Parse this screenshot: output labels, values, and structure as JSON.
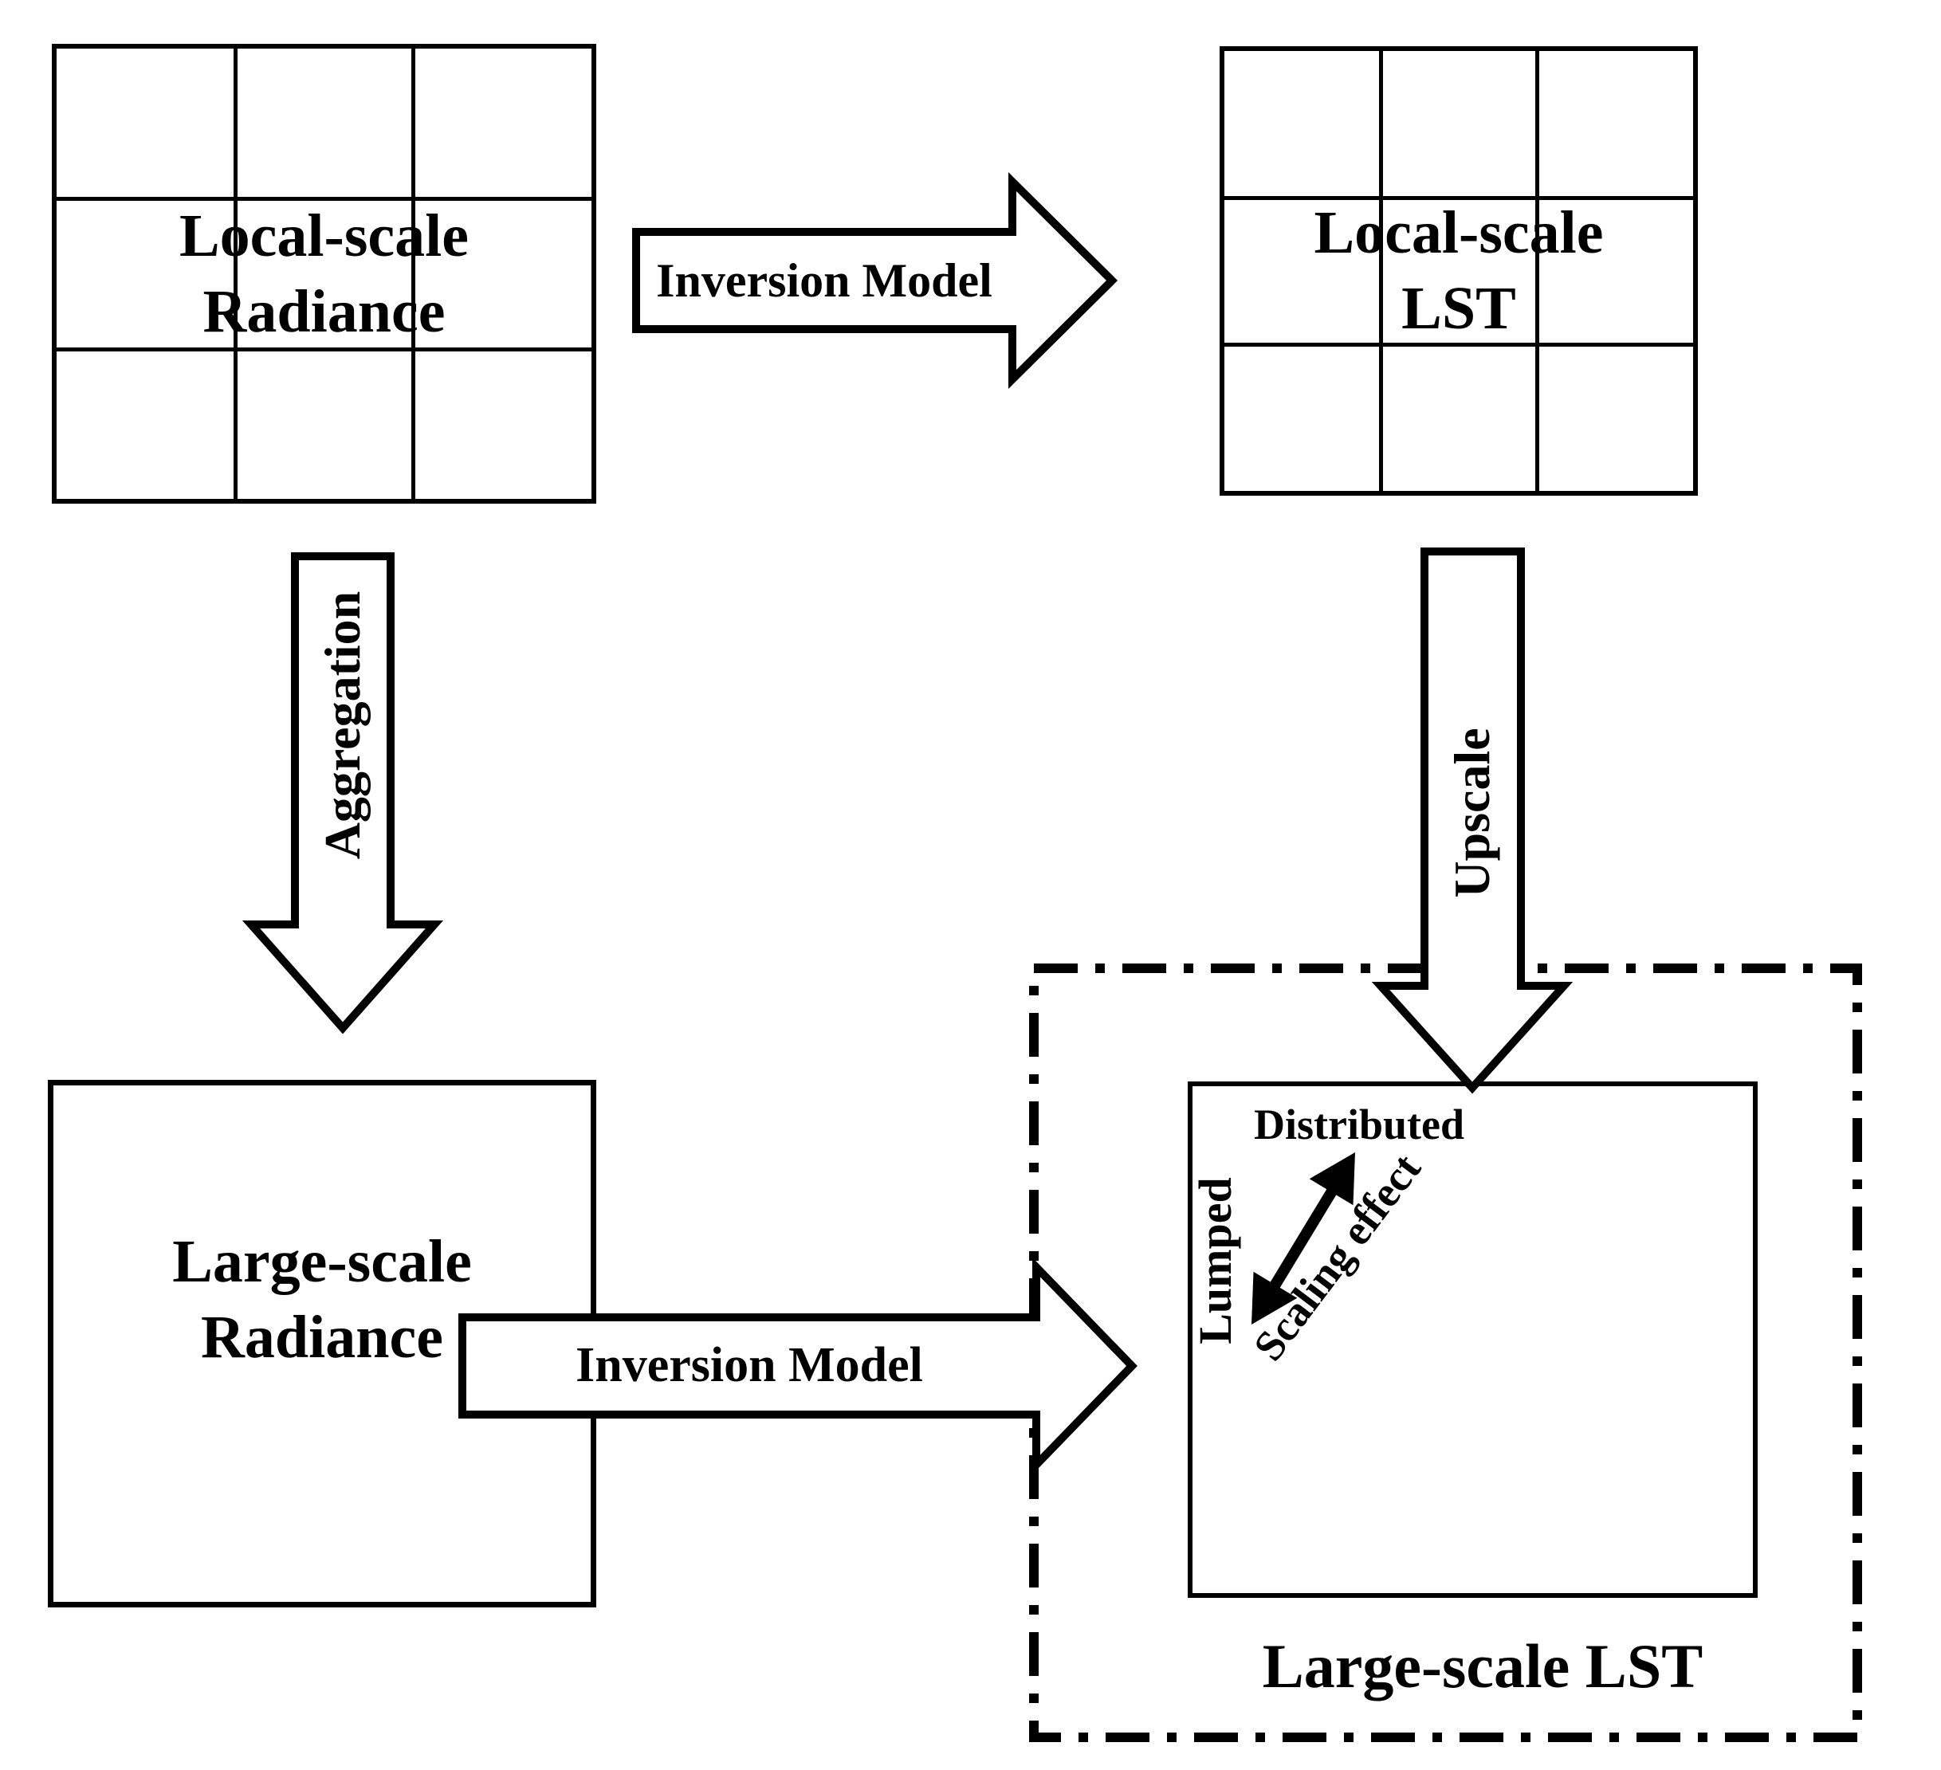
{
  "labels": {
    "grid_local_radiance": {
      "line1": "Local-scale",
      "line2": "Radiance"
    },
    "grid_local_lst": {
      "line1": "Local-scale",
      "line2": "LST"
    },
    "arrow_top": "Inversion Model",
    "arrow_bottom": "Inversion Model",
    "arrow_left": "Aggregation",
    "arrow_right": "Upscale",
    "box_large_radiance": {
      "line1": "Large-scale",
      "line2": "Radiance"
    },
    "distributed": "Distributed",
    "lumped": "Lumped",
    "scaling_effect": "Scaling effect",
    "large_lst": "Large-scale LST"
  },
  "colors": {
    "ink": "#000000",
    "paper": "#ffffff"
  }
}
